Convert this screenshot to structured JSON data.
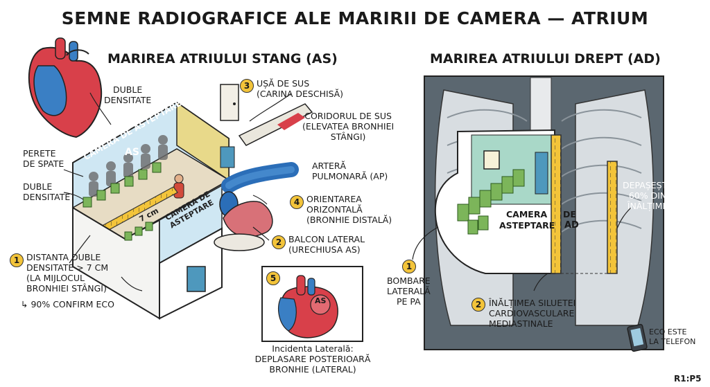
{
  "title": "SEMNE RADIOGRAFICE ALE MARIRII DE CAMERA — ATRIUM",
  "left": {
    "heading": "MARIREA ATRIULUI STANG (AS)",
    "labels": {
      "duble_top": "DUBLE\nDENSITATE",
      "perete": "PERETE\nDE SPATE",
      "duble_left": "DUBLE\nDENSITATE",
      "room_big_a": "CAMERA DE ASTEPTARE",
      "room_big_b": "AS",
      "room_small": "CAMERA DE ASTEPTARE",
      "ruler": "7 cm",
      "artera": "ARTERĂ\nPULMONARĂ (AP)",
      "coridor": "CORIDORUL DE SUS\n(ELEVATEA BRONHIEI\nSTÂNGI)"
    },
    "numbered": [
      {
        "n": "1",
        "text": "DISTANTA DUBLE\nDENSITATE > 7 cm\n(LA MIJLOCUL\nBRONHIEI STÂNGI)"
      },
      {
        "n": "2",
        "text": "BALCON LATERAL\n(URECHIUSA AS)"
      },
      {
        "n": "3",
        "text": "UȘĂ DE SUS\n(CARINA DESCHISĂ)"
      },
      {
        "n": "4",
        "text": "ORIENTAREA\nORIZONTALĂ\n(BRONHIE DISTALĂ)"
      },
      {
        "n": "5",
        "text": "AS"
      }
    ],
    "confirm": "↳ 90% CONFIRM ECO",
    "lateral_caption": "Incidenta Laterală:\nDEPLASARE POSTERIOARĂ\nBRONHIE (LATERAL)"
  },
  "right": {
    "heading": "MARIREA ATRIULUI DREPT (AD)",
    "room_a": "CAMERA",
    "room_b": "ASTEPTARE",
    "room_c": "DE",
    "room_d": "AD",
    "depaseste": "DEPAȘEȘTE\n60% DIN\nÎNĂLȚIME",
    "numbered": [
      {
        "n": "1",
        "text": "BOMBARE\nLATERALĂ\nPE PA"
      },
      {
        "n": "2",
        "text": "ÎNĂLȚIMEA SILUETEI\nCARDIOVASCULARE\nMEDIASTINALE"
      }
    ],
    "eco": "ECO ESTE\nLA TELEFON"
  },
  "footer": "R1:P5",
  "colors": {
    "accent": "#f3c43a",
    "heart_red": "#d8404a",
    "heart_blue": "#3a7fc4",
    "room_teal": "#a9d8c8",
    "chair_green": "#7cb55a"
  }
}
